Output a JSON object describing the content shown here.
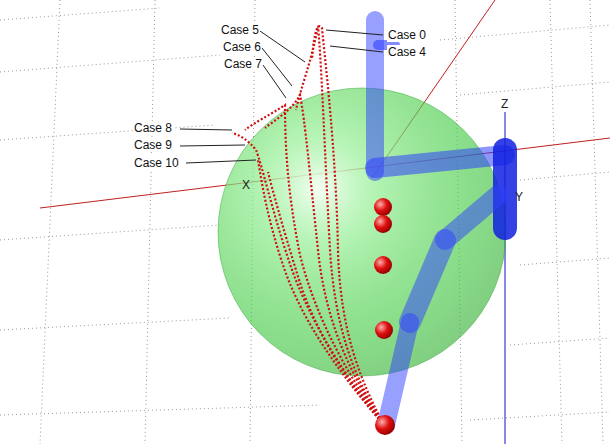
{
  "diagram": {
    "labels": [
      "Case 5",
      "Case 6",
      "Case 7",
      "Case 0",
      "Case 4",
      "Case 8",
      "Case 9",
      "Case 10",
      "X",
      "Z",
      "Y"
    ]
  }
}
